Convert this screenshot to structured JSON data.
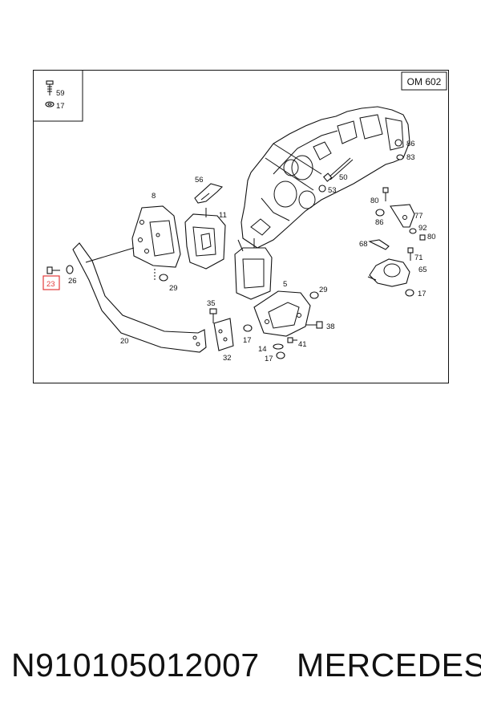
{
  "diagram": {
    "engine_code": "OM 602",
    "legend": {
      "bolt_ref": "59",
      "nut_ref": "17"
    },
    "callouts": {
      "c86a": "86",
      "c83": "83",
      "c50": "50",
      "c53": "53",
      "c56": "56",
      "c8": "8",
      "c11": "11",
      "c80a": "80",
      "c77": "77",
      "c86b": "86",
      "c92": "92",
      "c80b": "80",
      "c68": "68",
      "c71": "71",
      "c65": "65",
      "c17a": "17",
      "c29a": "29",
      "c5": "5",
      "c29b": "29",
      "c35": "35",
      "c38": "38",
      "c17b": "17",
      "c41": "41",
      "c14": "14",
      "c17c": "17",
      "c32": "32",
      "c20": "20",
      "c26": "26",
      "c23": "23"
    },
    "highlighted_part": "23"
  },
  "footer": {
    "part_number": "N910105012007",
    "brand": "MERCEDES"
  },
  "colors": {
    "highlight": "#e23b3b",
    "ink": "#111111"
  }
}
